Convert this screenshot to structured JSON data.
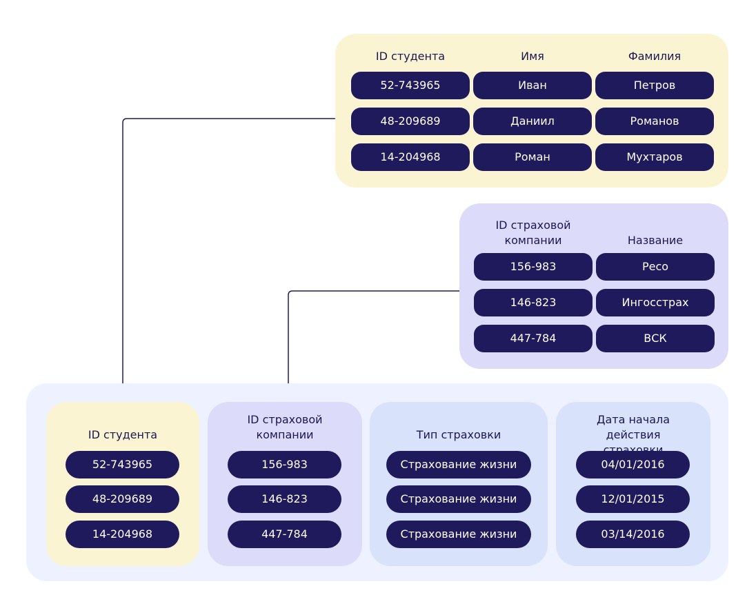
{
  "students_table": {
    "headers": [
      "ID студента",
      "Имя",
      "Фамилия"
    ],
    "rows": [
      [
        "52-743965",
        "Иван",
        "Петров"
      ],
      [
        "48-209689",
        "Даниил",
        "Романов"
      ],
      [
        "14-204968",
        "Роман",
        "Мухтаров"
      ]
    ]
  },
  "insurers_table": {
    "headers": [
      "ID страховой компании",
      "Название"
    ],
    "rows": [
      [
        "156-983",
        "Ресо"
      ],
      [
        "146-823",
        "Ингосстрах"
      ],
      [
        "447-784",
        "ВСК"
      ]
    ]
  },
  "policies_table": {
    "columns": [
      {
        "header": "ID студента",
        "values": [
          "52-743965",
          "48-209689",
          "14-204968"
        ]
      },
      {
        "header": "ID страховой компании",
        "values": [
          "156-983",
          "146-823",
          "447-784"
        ]
      },
      {
        "header": "Тип страховки",
        "values": [
          "Страхование жизни",
          "Страхование жизни",
          "Страхование жизни"
        ]
      },
      {
        "header": "Дата начала действия страховки",
        "values": [
          "04/01/2016",
          "12/01/2015",
          "03/14/2016"
        ]
      }
    ]
  },
  "colors": {
    "cell": "#1f1a5c",
    "yellow_panel": "#fbf4d3",
    "violet_panel": "#dcdcfa",
    "blue_panel": "#d8e2fb",
    "wrapper": "#eef1ff",
    "connector": "#1f1a5c"
  }
}
